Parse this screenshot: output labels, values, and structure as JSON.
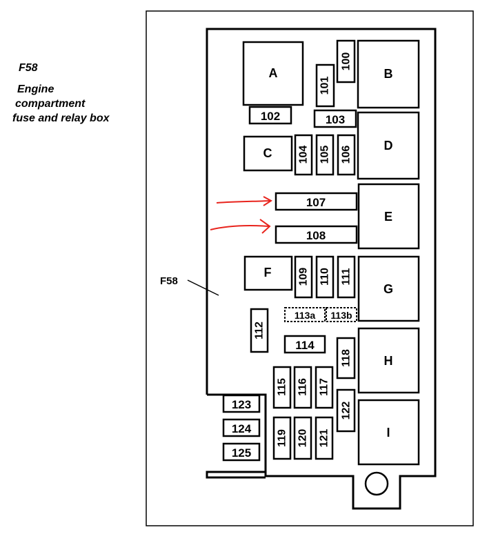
{
  "caption": {
    "code": "F58",
    "line1": "Engine",
    "line2": "compartment",
    "line3": "fuse and relay box"
  },
  "pointer_label": "F58",
  "relays": {
    "A": "A",
    "B": "B",
    "C": "C",
    "D": "D",
    "E": "E",
    "F": "F",
    "G": "G",
    "H": "H",
    "I": "I"
  },
  "fuses": {
    "f100": "100",
    "f101": "101",
    "f102": "102",
    "f103": "103",
    "f104": "104",
    "f105": "105",
    "f106": "106",
    "f107": "107",
    "f108": "108",
    "f109": "109",
    "f110": "110",
    "f111": "111",
    "f112": "112",
    "f113a": "113a",
    "f113b": "113b",
    "f114": "114",
    "f115": "115",
    "f116": "116",
    "f117": "117",
    "f118": "118",
    "f119": "119",
    "f120": "120",
    "f121": "121",
    "f122": "122",
    "f123": "123",
    "f124": "124",
    "f125": "125"
  },
  "colors": {
    "arrow": "#e8231c",
    "line": "#000000",
    "background": "#ffffff"
  }
}
